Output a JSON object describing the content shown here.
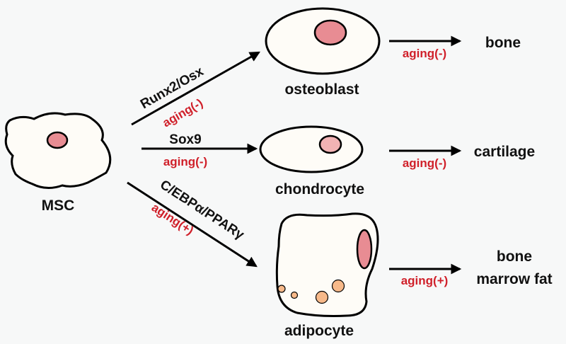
{
  "colors": {
    "background": "#f7f8f8",
    "stroke": "#000000",
    "cell_fill": "#fefcf7",
    "nucleus": "#e88c93",
    "nucleus_light": "#f2b3b4",
    "fat_droplet": "#f7b98a",
    "aging_text": "#d0202a"
  },
  "cells": {
    "msc": "MSC",
    "osteoblast": "osteoblast",
    "chondrocyte": "chondrocyte",
    "adipocyte": "adipocyte"
  },
  "factors": {
    "osteo": "Runx2/Osx",
    "chondro": "Sox9",
    "adipo": "C/EBPα/PPARγ"
  },
  "aging": {
    "osteo_factor": "aging(-)",
    "chondro_factor": "aging(-)",
    "adipo_factor": "aging(+)",
    "bone": "aging(-)",
    "cartilage": "aging(-)",
    "marrow_fat": "aging(+)"
  },
  "tissues": {
    "bone": "bone",
    "cartilage": "cartilage",
    "marrow_fat_line1": "bone",
    "marrow_fat_line2": "marrow fat"
  }
}
